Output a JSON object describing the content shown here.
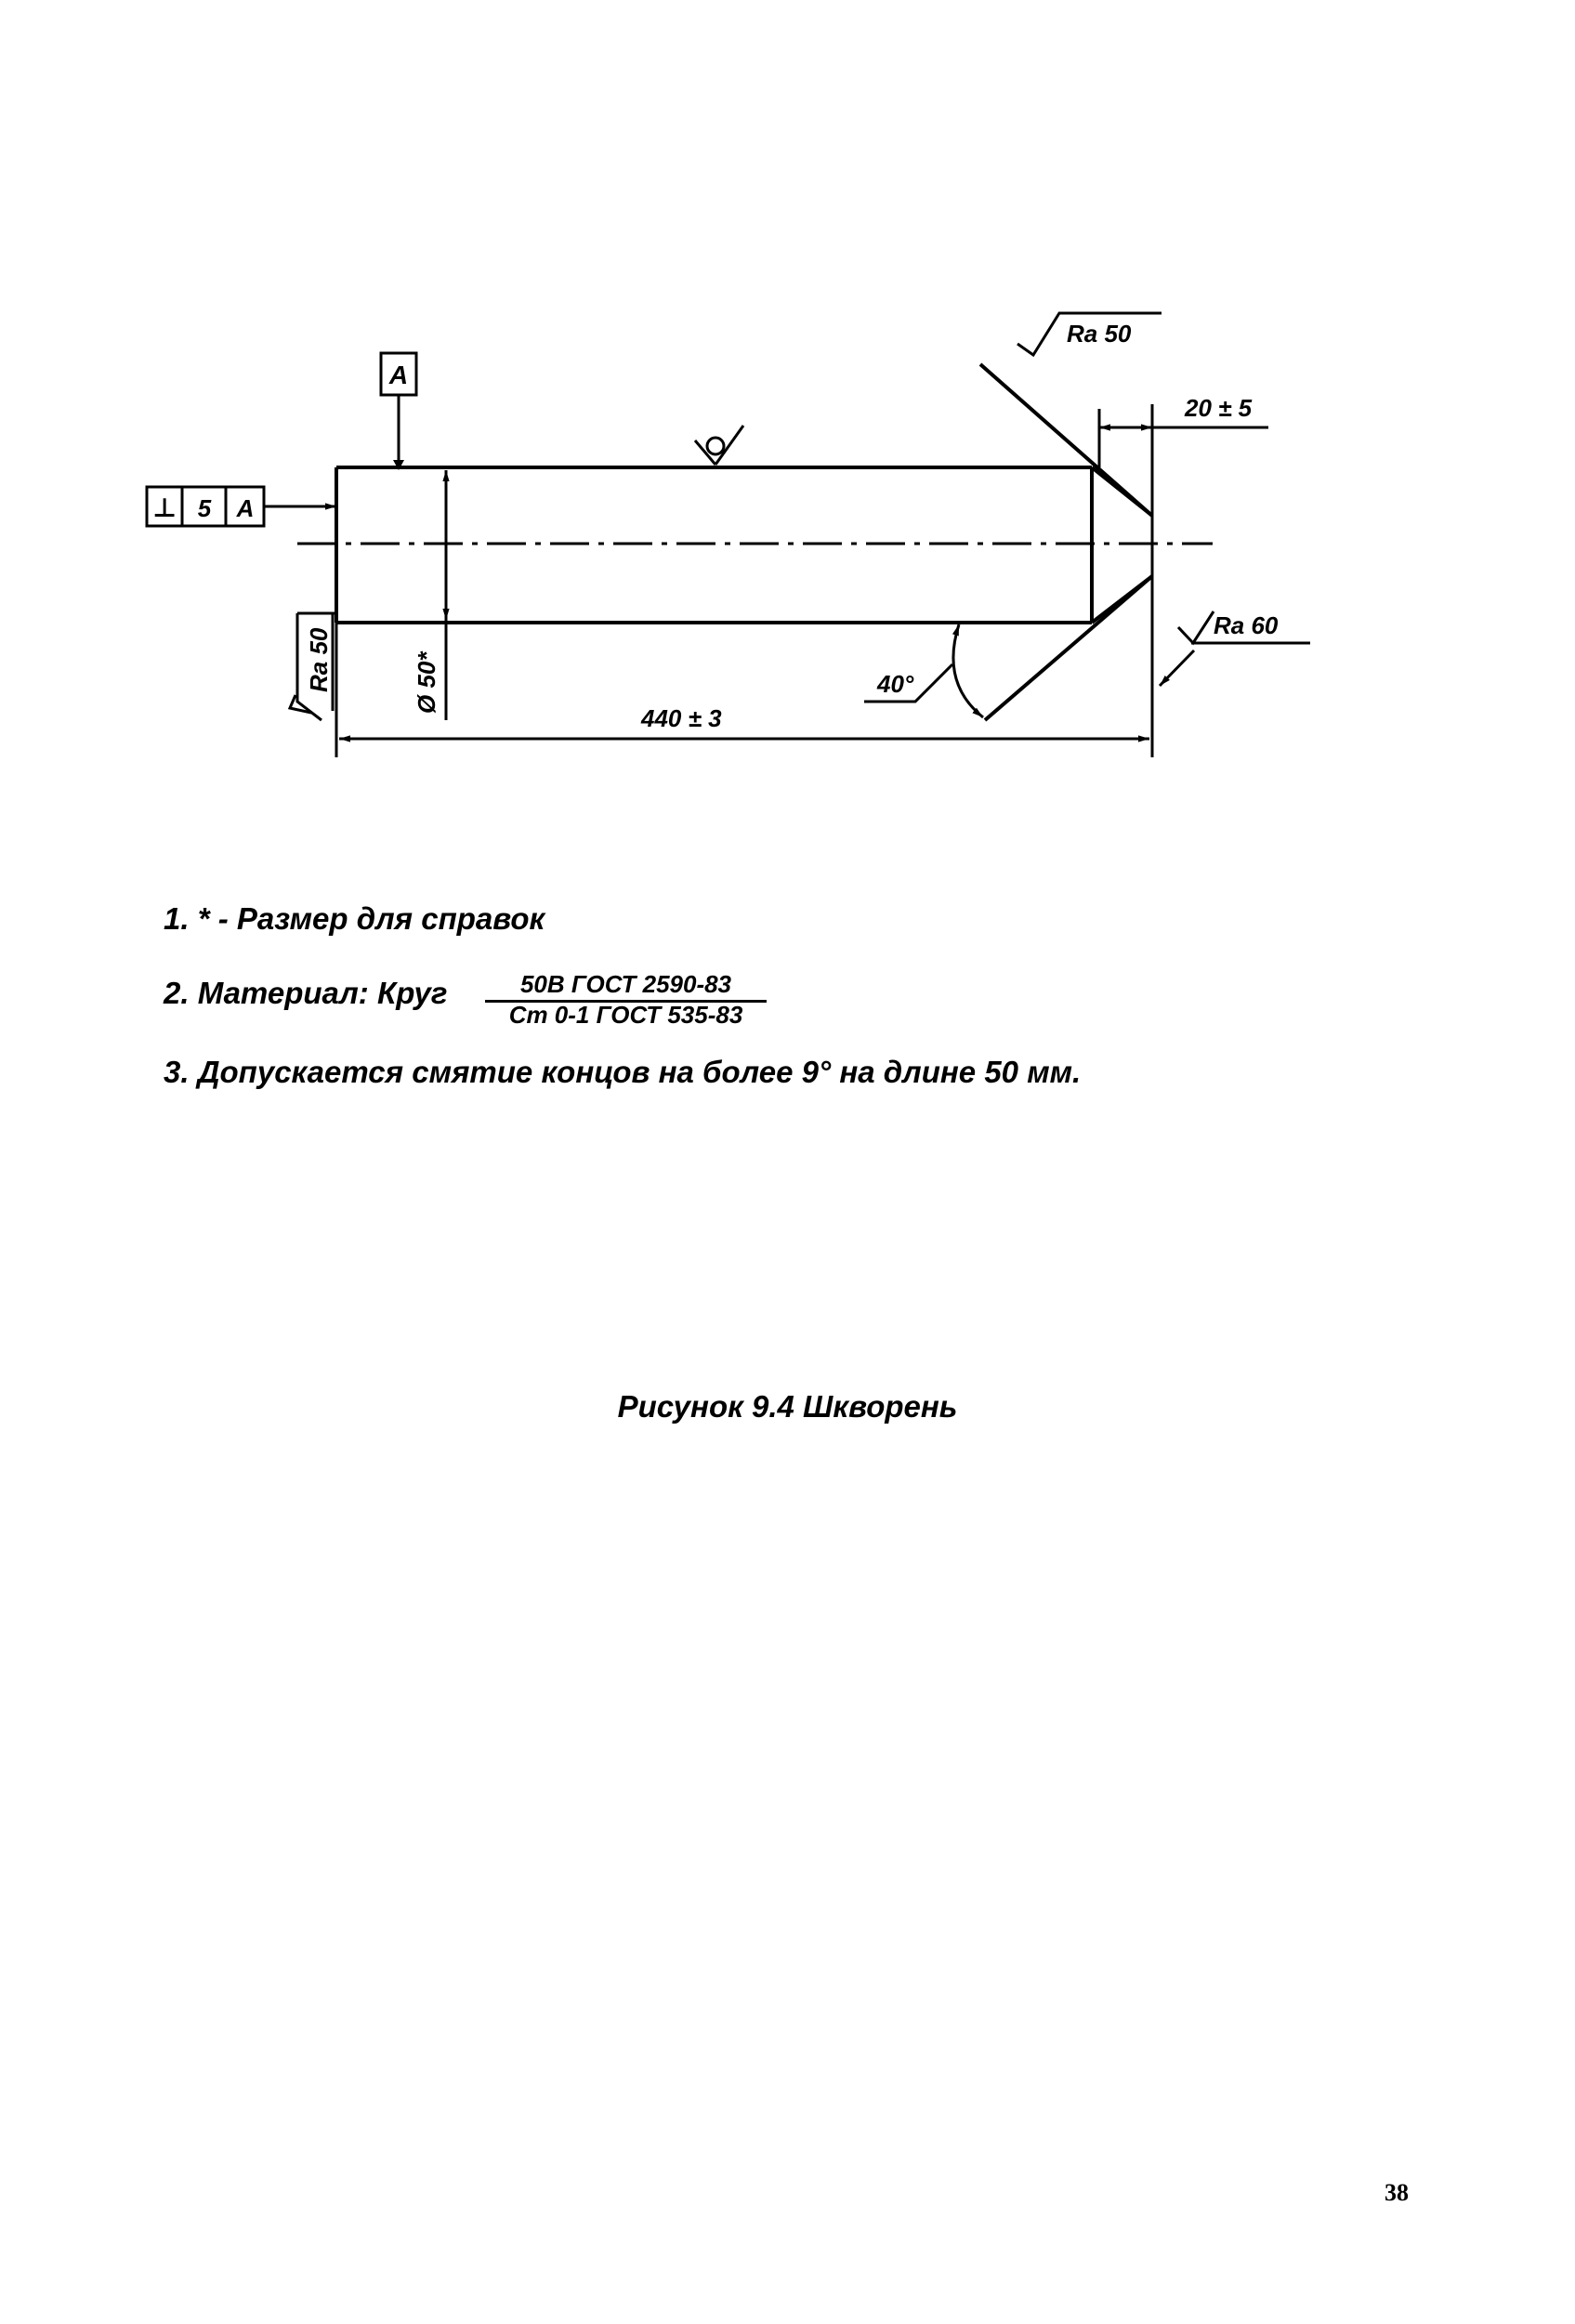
{
  "drawing": {
    "datum_letter": "A",
    "tolerance_frame": {
      "symbol": "⊥",
      "value": "5",
      "datum": "A"
    },
    "roughness_top": "Ra 50",
    "roughness_left": "Ra 50",
    "roughness_right": "Ra 60",
    "dim_chamfer_length": "20 ± 5",
    "dim_diameter": "Ø 50*",
    "dim_length": "440 ± 3",
    "dim_angle": "40°"
  },
  "notes": {
    "note1": "1. * - Размер для справок",
    "note2_prefix": "2. Материал: Круг",
    "note2_numerator": "50В ГОСТ 2590-83",
    "note2_denominator": "Ст 0-1 ГОСТ 535-83",
    "note3": "3. Допускается смятие концов на более 9° на длине 50 мм."
  },
  "caption": "Рисунок 9.4 Шкворень",
  "page_number": "38"
}
